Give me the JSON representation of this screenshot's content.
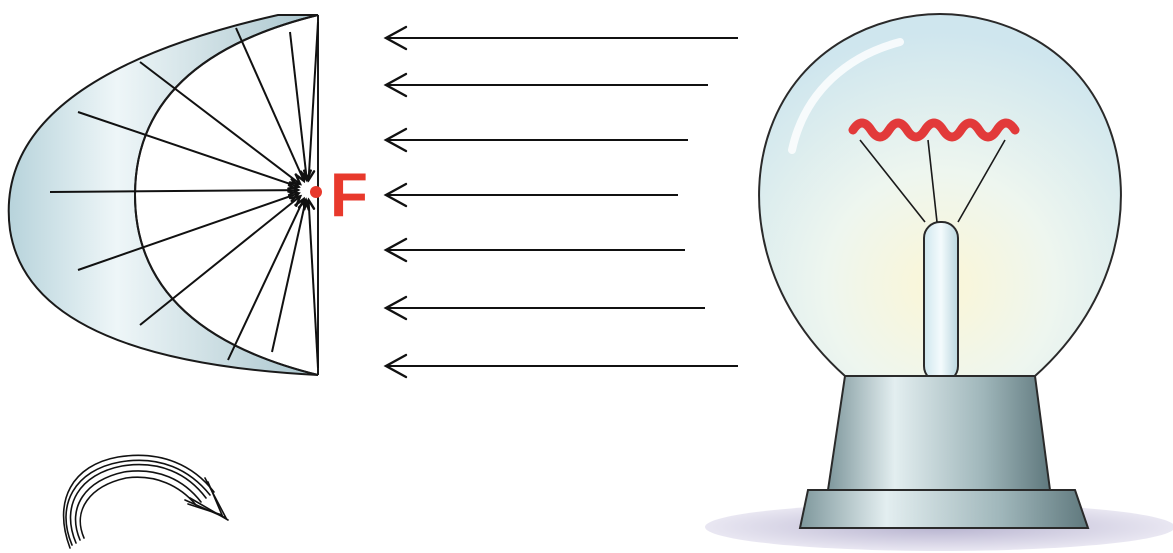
{
  "diagram": {
    "focus_label": "F",
    "colors": {
      "focus": "#e8392c",
      "filament": "#e23a3a",
      "rays": "#111111",
      "mirror_fill": "#c6dde4",
      "glass": "#dceef3",
      "base": "#8fa7ab"
    },
    "icons": {
      "mirror": "concave-mirror-icon",
      "bulb": "light-bulb-icon",
      "rotate": "curved-arrow-icon"
    },
    "incoming_ray_count": 7,
    "reflected_ray_count": 11
  }
}
